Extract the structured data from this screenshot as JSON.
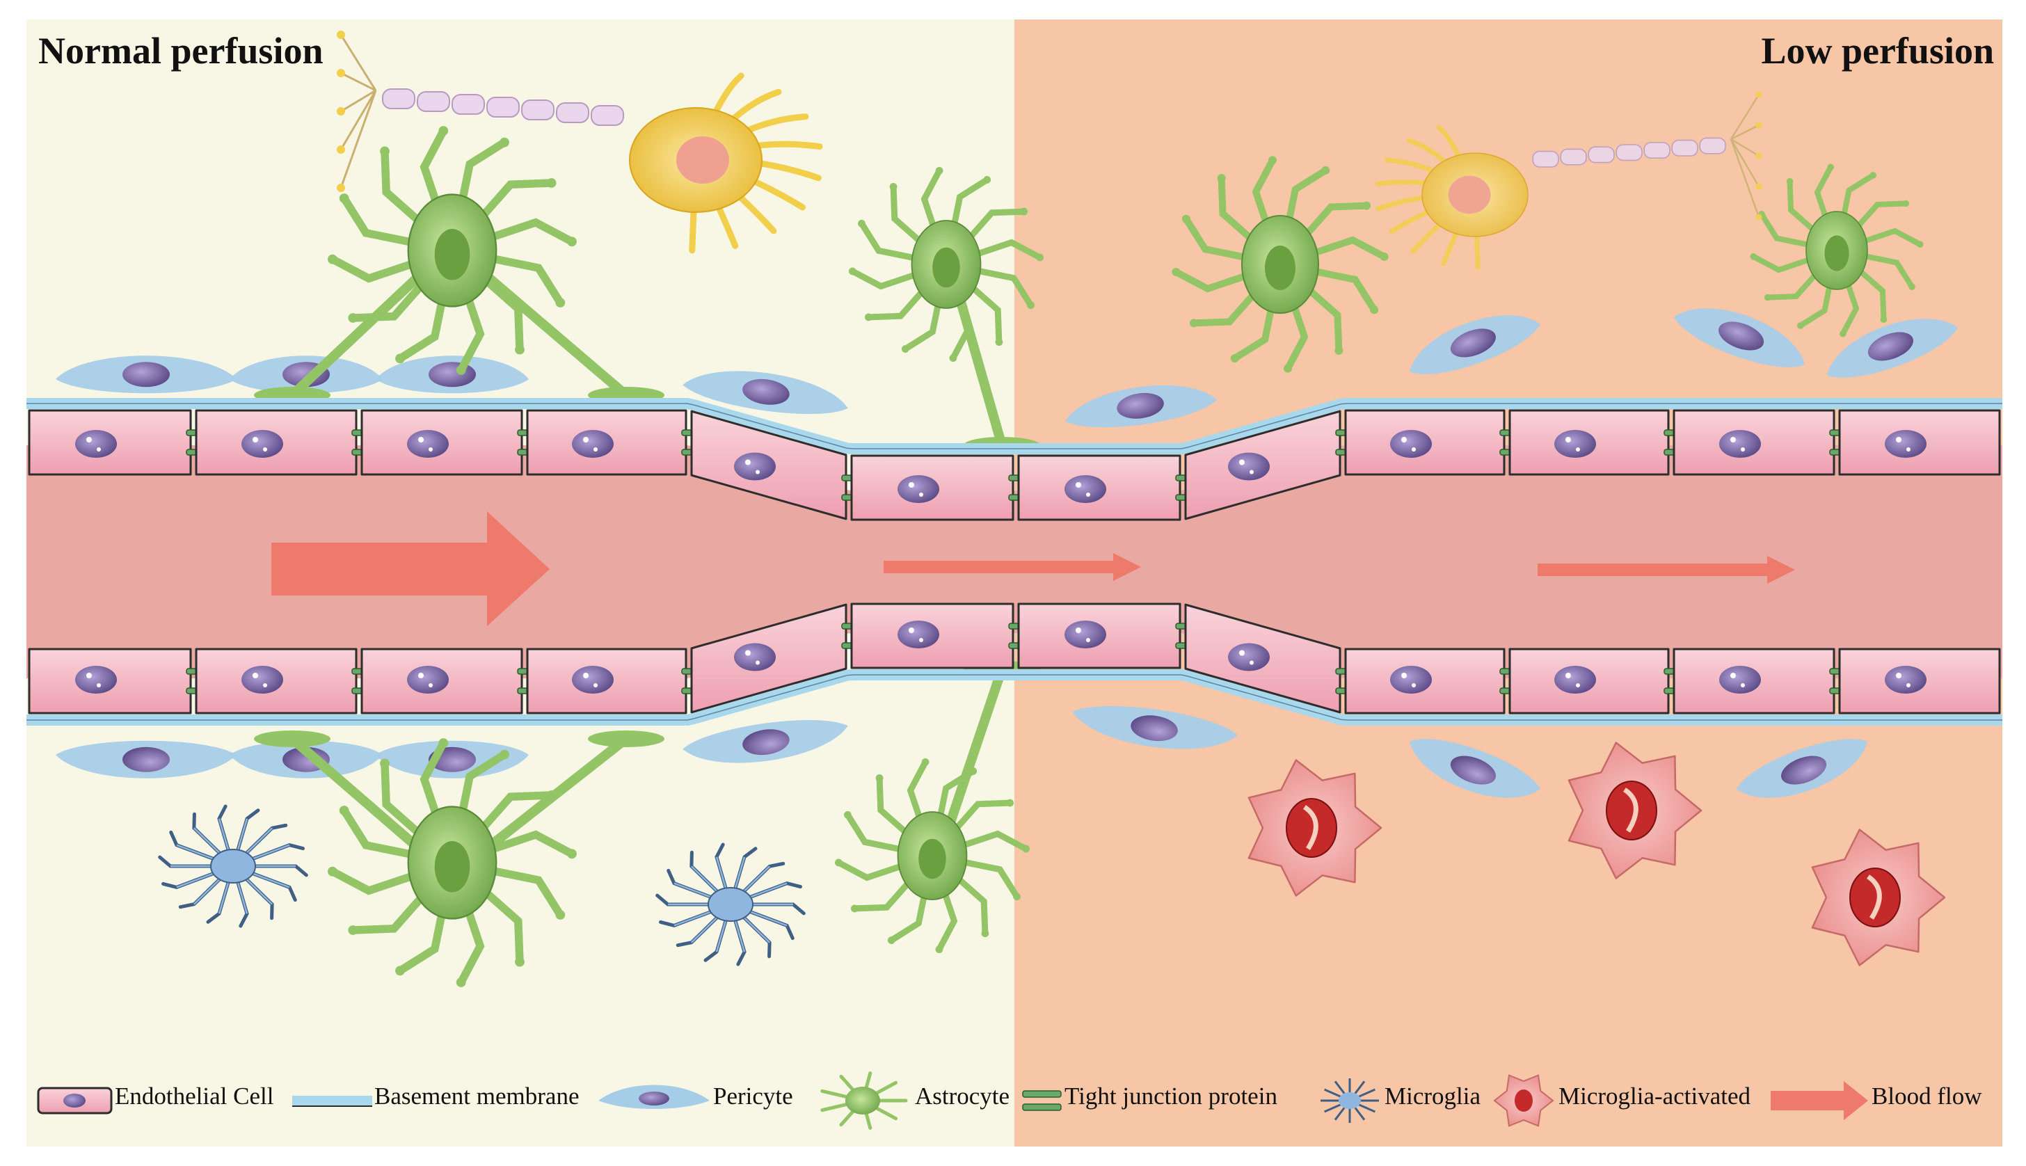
{
  "panels": {
    "left_title": "Normal perfusion",
    "right_title": "Low perfusion",
    "left_bg": "#f8f7e6",
    "right_bg": "#f6c6a6"
  },
  "colors": {
    "vessel_lumen": "#eaa8a2",
    "endothelial_fill": "#f3b8c2",
    "endothelial_stroke": "#2d2d2d",
    "nucleus": "#7b6aa8",
    "basement_membrane": "#a9d8ec",
    "pericyte": "#a6cde8",
    "astrocyte": "#93c466",
    "neuron": "#f2cf4a",
    "microglia": "#8fb6de",
    "microglia_activated": "#f0a2a0",
    "tight_junction": "#6aa86a",
    "blood_flow_arrow": "#ee7a6c"
  },
  "legend": [
    {
      "icon": "endothelial-cell-icon",
      "label": "Endothelial Cell"
    },
    {
      "icon": "basement-membrane-icon",
      "label": "Basement membrane"
    },
    {
      "icon": "pericyte-icon",
      "label": "Pericyte"
    },
    {
      "icon": "astrocyte-icon",
      "label": "Astrocyte"
    },
    {
      "icon": "tight-junction-icon",
      "label": "Tight junction protein"
    },
    {
      "icon": "microglia-icon",
      "label": "Microglia"
    },
    {
      "icon": "microglia-activated-icon",
      "label": "Microglia-activated"
    },
    {
      "icon": "blood-flow-arrow-icon",
      "label": "Blood flow"
    }
  ]
}
